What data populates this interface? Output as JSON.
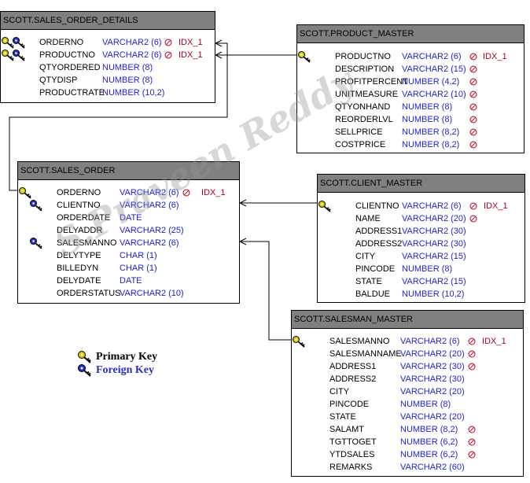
{
  "diagram": {
    "tables": [
      {
        "id": "sales-order-details",
        "title": "SCOTT.SALES_ORDER_DETAILS",
        "columns": [
          {
            "name": "ORDERNO",
            "type": "VARCHAR2 (6)",
            "not_null": true,
            "index": "IDX_1",
            "key": "primary+foreign"
          },
          {
            "name": "PRODUCTNO",
            "type": "VARCHAR2 (6)",
            "not_null": true,
            "index": "IDX_1",
            "key": "primary+foreign"
          },
          {
            "name": "QTYORDERED",
            "type": "NUMBER (8)",
            "not_null": false,
            "index": "",
            "key": ""
          },
          {
            "name": "QTYDISP",
            "type": "NUMBER (8)",
            "not_null": false,
            "index": "",
            "key": ""
          },
          {
            "name": "PRODUCTRATE",
            "type": "NUMBER (10,2)",
            "not_null": false,
            "index": "",
            "key": ""
          }
        ]
      },
      {
        "id": "product-master",
        "title": "SCOTT.PRODUCT_MASTER",
        "columns": [
          {
            "name": "PRODUCTNO",
            "type": "VARCHAR2 (6)",
            "not_null": true,
            "index": "IDX_1",
            "key": "primary"
          },
          {
            "name": "DESCRIPTION",
            "type": "VARCHAR2 (15)",
            "not_null": true,
            "index": "",
            "key": ""
          },
          {
            "name": "PROFITPERCENT",
            "type": "NUMBER (4,2)",
            "not_null": true,
            "index": "",
            "key": ""
          },
          {
            "name": "UNITMEASURE",
            "type": "VARCHAR2 (10)",
            "not_null": true,
            "index": "",
            "key": ""
          },
          {
            "name": "QTYONHAND",
            "type": "NUMBER (8)",
            "not_null": true,
            "index": "",
            "key": ""
          },
          {
            "name": "REORDERLVL",
            "type": "NUMBER (8)",
            "not_null": true,
            "index": "",
            "key": ""
          },
          {
            "name": "SELLPRICE",
            "type": "NUMBER (8,2)",
            "not_null": true,
            "index": "",
            "key": ""
          },
          {
            "name": "COSTPRICE",
            "type": "NUMBER (8,2)",
            "not_null": true,
            "index": "",
            "key": ""
          }
        ]
      },
      {
        "id": "sales-order",
        "title": "SCOTT.SALES_ORDER",
        "columns": [
          {
            "name": "ORDERNO",
            "type": "VARCHAR2 (6)",
            "not_null": true,
            "index": "IDX_1",
            "key": "primary"
          },
          {
            "name": "CLIENTNO",
            "type": "VARCHAR2 (6)",
            "not_null": false,
            "index": "",
            "key": "foreign"
          },
          {
            "name": "ORDERDATE",
            "type": "DATE",
            "not_null": false,
            "index": "",
            "key": ""
          },
          {
            "name": "DELYADDR",
            "type": "VARCHAR2 (25)",
            "not_null": false,
            "index": "",
            "key": ""
          },
          {
            "name": "SALESMANNO",
            "type": "VARCHAR2 (6)",
            "not_null": false,
            "index": "",
            "key": "foreign"
          },
          {
            "name": "DELYTYPE",
            "type": "CHAR (1)",
            "not_null": false,
            "index": "",
            "key": ""
          },
          {
            "name": "BILLEDYN",
            "type": "CHAR (1)",
            "not_null": false,
            "index": "",
            "key": ""
          },
          {
            "name": "DELYDATE",
            "type": "DATE",
            "not_null": false,
            "index": "",
            "key": ""
          },
          {
            "name": "ORDERSTATUS",
            "type": "VARCHAR2 (10)",
            "not_null": false,
            "index": "",
            "key": ""
          }
        ]
      },
      {
        "id": "client-master",
        "title": "SCOTT.CLIENT_MASTER",
        "columns": [
          {
            "name": "CLIENTNO",
            "type": "VARCHAR2 (6)",
            "not_null": true,
            "index": "IDX_1",
            "key": "primary"
          },
          {
            "name": "NAME",
            "type": "VARCHAR2 (20)",
            "not_null": true,
            "index": "",
            "key": ""
          },
          {
            "name": "ADDRESS1",
            "type": "VARCHAR2 (30)",
            "not_null": false,
            "index": "",
            "key": ""
          },
          {
            "name": "ADDRESS2",
            "type": "VARCHAR2 (30)",
            "not_null": false,
            "index": "",
            "key": ""
          },
          {
            "name": "CITY",
            "type": "VARCHAR2 (15)",
            "not_null": false,
            "index": "",
            "key": ""
          },
          {
            "name": "PINCODE",
            "type": "NUMBER (8)",
            "not_null": false,
            "index": "",
            "key": ""
          },
          {
            "name": "STATE",
            "type": "VARCHAR2 (15)",
            "not_null": false,
            "index": "",
            "key": ""
          },
          {
            "name": "BALDUE",
            "type": "NUMBER (10,2)",
            "not_null": false,
            "index": "",
            "key": ""
          }
        ]
      },
      {
        "id": "salesman-master",
        "title": "SCOTT.SALESMAN_MASTER",
        "columns": [
          {
            "name": "SALESMANNO",
            "type": "VARCHAR2 (6)",
            "not_null": true,
            "index": "IDX_1",
            "key": "primary"
          },
          {
            "name": "SALESMANNAME",
            "type": "VARCHAR2 (20)",
            "not_null": true,
            "index": "",
            "key": ""
          },
          {
            "name": "ADDRESS1",
            "type": "VARCHAR2 (30)",
            "not_null": true,
            "index": "",
            "key": ""
          },
          {
            "name": "ADDRESS2",
            "type": "VARCHAR2 (30)",
            "not_null": false,
            "index": "",
            "key": ""
          },
          {
            "name": "CITY",
            "type": "VARCHAR2 (20)",
            "not_null": false,
            "index": "",
            "key": ""
          },
          {
            "name": "PINCODE",
            "type": "NUMBER (8)",
            "not_null": false,
            "index": "",
            "key": ""
          },
          {
            "name": "STATE",
            "type": "VARCHAR2 (20)",
            "not_null": false,
            "index": "",
            "key": ""
          },
          {
            "name": "SALAMT",
            "type": "NUMBER (8,2)",
            "not_null": true,
            "index": "",
            "key": ""
          },
          {
            "name": "TGTTOGET",
            "type": "NUMBER (6,2)",
            "not_null": true,
            "index": "",
            "key": ""
          },
          {
            "name": "YTDSALES",
            "type": "NUMBER (6,2)",
            "not_null": true,
            "index": "",
            "key": ""
          },
          {
            "name": "REMARKS",
            "type": "VARCHAR2 (60)",
            "not_null": false,
            "index": "",
            "key": ""
          }
        ]
      }
    ]
  },
  "legend": {
    "primary_key": "Primary Key",
    "foreign_key": "Foreign Key",
    "primary_color": "#000000",
    "foreign_color": "#2c2cc8"
  },
  "watermark": {
    "text": "S.Praveen Reddy"
  },
  "colors": {
    "header_bg": "#808080",
    "type_text": "#1f1fd6",
    "index_text": "#b00020",
    "primary_key_icon": "#d8c800",
    "foreign_key_icon": "#2c2cc8"
  },
  "icons": {
    "primary_key": "gold-key-icon",
    "foreign_key": "blue-key-icon",
    "not_null": "not-null-circle-icon"
  }
}
